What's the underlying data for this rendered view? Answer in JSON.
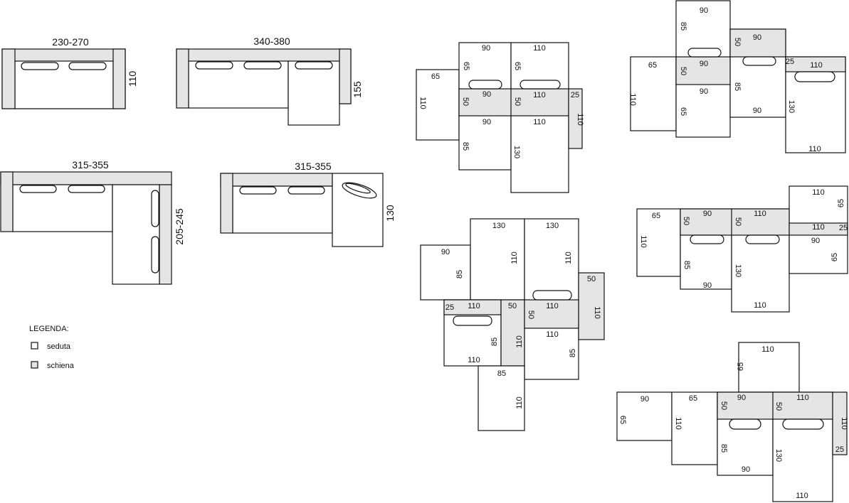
{
  "legend": {
    "title": "LEGENDA:",
    "items": [
      {
        "label": "seduta",
        "color": "#ffffff"
      },
      {
        "label": "schiena",
        "color": "#e5e5e5"
      }
    ]
  },
  "sofas": {
    "a": {
      "width": "230-270",
      "depth": "110"
    },
    "b": {
      "width": "340-380",
      "depth": "155"
    },
    "c": {
      "width": "315-355",
      "depth": "205-245"
    },
    "d": {
      "width": "315-355",
      "depth": "130"
    }
  },
  "colors": {
    "seat": "#ffffff",
    "back": "#e5e5e5",
    "line": "#111111"
  },
  "d1": {
    "m1": "90",
    "m2": "110",
    "m3": "65",
    "m4": "65",
    "m5": "65",
    "m6": "110",
    "m7": "90",
    "m8": "110",
    "m9": "25",
    "m10": "50",
    "m11": "50",
    "m12": "90",
    "m13": "110",
    "m14": "110",
    "m15": "85",
    "m16": "130"
  },
  "d2": {
    "m1": "90",
    "m2": "85",
    "m3": "90",
    "m4": "50",
    "m5": "65",
    "m6": "110",
    "m7": "90",
    "m8": "50",
    "m9": "110",
    "m10": "25",
    "m11": "90",
    "m12": "65",
    "m13": "85",
    "m14": "90",
    "m15": "130",
    "m16": "110"
  },
  "d3": {
    "m1": "130",
    "m2": "130",
    "m3": "90",
    "m4": "85",
    "m5": "110",
    "m6": "110",
    "m7": "50",
    "m8": "110",
    "m9": "25",
    "m10": "110",
    "m11": "50",
    "m12": "110",
    "m13": "50",
    "m14": "110",
    "m15": "85",
    "m16": "110",
    "m17": "110",
    "m18": "85",
    "m19": "85",
    "m20": "110"
  },
  "d4": {
    "m1": "110",
    "m2": "65",
    "m3": "65",
    "m4": "110",
    "m5": "90",
    "m6": "50",
    "m7": "110",
    "m8": "50",
    "m9": "110",
    "m10": "25",
    "m11": "90",
    "m12": "65",
    "m13": "85",
    "m14": "130",
    "m15": "90",
    "m16": "110"
  },
  "d5": {
    "m1": "110",
    "m2": "65",
    "m3": "90",
    "m4": "65",
    "m5": "65",
    "m6": "110",
    "m7": "90",
    "m8": "50",
    "m9": "110",
    "m10": "50",
    "m11": "110",
    "m12": "25",
    "m13": "85",
    "m14": "130",
    "m15": "90",
    "m16": "110"
  }
}
